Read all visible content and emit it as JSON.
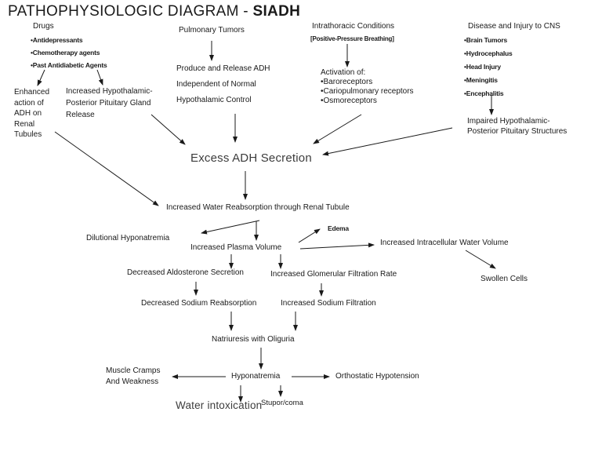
{
  "title": {
    "main": "PATHOPHYSIOLOGIC DIAGRAM - ",
    "highlight": "SIADH"
  },
  "causes": {
    "drugs": {
      "header": "Drugs",
      "items": [
        "•Antidepressants",
        "•Chemotherapy agents",
        "•Past Antidiabetic Agents"
      ]
    },
    "enhanced_action": {
      "lines": [
        "Enhanced",
        "action of",
        "ADH on",
        "Renal",
        "Tubules"
      ]
    },
    "increased_release": {
      "lines": [
        "Increased Hypothalamic-",
        "Posterior Pituitary Gland",
        "Release"
      ]
    },
    "pulmonary": {
      "header": "Pulmonary Tumors",
      "mechanism": [
        "Produce and Release ADH",
        "Independent of Normal",
        "Hypothalamic Control"
      ]
    },
    "intrathoracic": {
      "header": "Intrathoracic Conditions",
      "sub": "[Positive-Pressure Breathing]",
      "activation": [
        "Activation of:",
        "•Baroreceptors",
        "•Cariopulmonary receptors",
        "•Osmoreceptors"
      ]
    },
    "cns": {
      "header": "Disease and Injury to CNS",
      "items": [
        "•Brain Tumors",
        "•Hydrocephalus",
        "•Head Injury",
        "•Meningitis",
        "•Encephalitis"
      ],
      "impaired": {
        "lines": [
          "Impaired Hypothalamic-",
          "Posterior Pituitary Structures"
        ]
      }
    }
  },
  "cascade": {
    "excess_adh": "Excess ADH Secretion",
    "increased_water_reabsorption": "Increased Water Reabsorption through Renal Tubule",
    "dilutional_hyponatremia": "Dilutional Hyponatremia",
    "increased_plasma_volume": "Increased Plasma Volume",
    "edema": "Edema",
    "increased_intracellular_water": "Increased Intracellular Water Volume",
    "swollen_cells": "Swollen Cells",
    "decreased_aldosterone": "Decreased Aldosterone Secretion",
    "increased_gfr": "Increased Glomerular Filtration Rate",
    "decreased_sodium_reabsorption": "Decreased Sodium Reabsorption",
    "increased_sodium_filtration": "Increased Sodium Filtration",
    "natriuresis": "Natriuresis with Oliguria",
    "muscle_cramps": {
      "lines": [
        "Muscle Cramps",
        "And Weakness"
      ]
    },
    "hyponatremia": "Hyponatremia",
    "orthostatic_hypotension": "Orthostatic Hypotension",
    "water_intoxication": "Water intoxication",
    "stupor_coma": "Stupor/coma"
  },
  "colors": {
    "text": "#1a1a1a",
    "muted": "#3c3c3c",
    "background": "#ffffff"
  }
}
